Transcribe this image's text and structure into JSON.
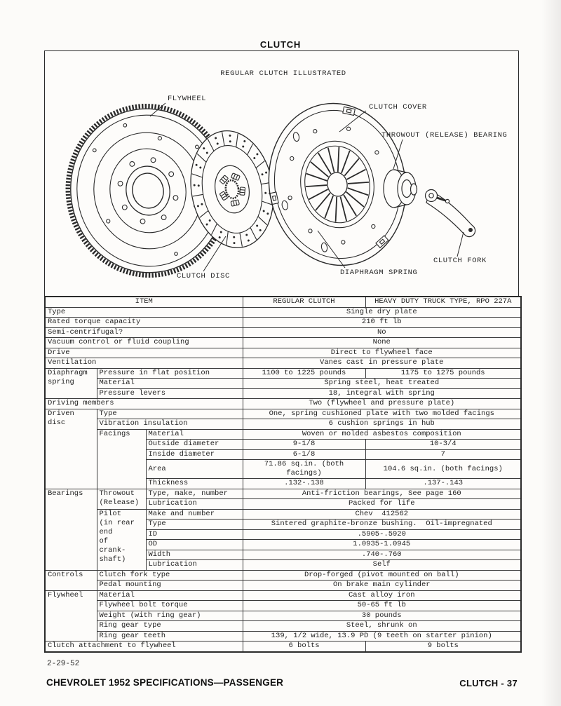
{
  "page": {
    "title": "CLUTCH",
    "footer": {
      "date": "2-29-52",
      "left": "CHEVROLET 1952 SPECIFICATIONS—PASSENGER",
      "right": "CLUTCH - 37"
    }
  },
  "figure": {
    "caption": "REGULAR CLUTCH ILLUSTRATED",
    "labels": {
      "flywheel": "FLYWHEEL",
      "clutch_cover": "CLUTCH COVER",
      "throwout_bearing": "THROWOUT (RELEASE) BEARING",
      "clutch_disc": "CLUTCH DISC",
      "diaphragm_spring": "DIAPHRAGM SPRING",
      "clutch_fork": "CLUTCH FORK"
    }
  },
  "colors": {
    "ink": "#2a2a2a",
    "paper": "#fdfcfa"
  },
  "table": {
    "rows": [
      {
        "cells": [
          {
            "t": "ITEM",
            "c": 3,
            "k": "hdr"
          },
          {
            "t": "REGULAR CLUTCH",
            "k": "hdr"
          },
          {
            "t": "HEAVY DUTY TRUCK TYPE, RPO 227A",
            "k": "hdr"
          }
        ]
      },
      {
        "cells": [
          {
            "t": "Type",
            "c": 3,
            "k": "item"
          },
          {
            "t": "Single dry plate",
            "c": 2,
            "k": "val"
          }
        ]
      },
      {
        "cells": [
          {
            "t": "Rated torque capacity",
            "c": 3,
            "k": "item"
          },
          {
            "t": "210 ft lb",
            "c": 2,
            "k": "val"
          }
        ]
      },
      {
        "cells": [
          {
            "t": "Semi-centrifugal?",
            "c": 3,
            "k": "item"
          },
          {
            "t": "No",
            "c": 2,
            "k": "val"
          }
        ]
      },
      {
        "cells": [
          {
            "t": "Vacuum control or fluid coupling",
            "c": 3,
            "k": "item"
          },
          {
            "t": "None",
            "c": 2,
            "k": "val"
          }
        ]
      },
      {
        "cells": [
          {
            "t": "Drive",
            "c": 3,
            "k": "item"
          },
          {
            "t": "Direct to flywheel face",
            "c": 2,
            "k": "val"
          }
        ]
      },
      {
        "cells": [
          {
            "t": "Ventilation",
            "c": 3,
            "k": "item"
          },
          {
            "t": "Vanes cast in pressure plate",
            "c": 2,
            "k": "val"
          }
        ]
      },
      {
        "cells": [
          {
            "t": "Diaphragm\nspring",
            "r": 3,
            "k": "group"
          },
          {
            "t": "Pressure in flat position",
            "c": 2,
            "k": "item"
          },
          {
            "t": "1100 to 1225 pounds",
            "k": "val"
          },
          {
            "t": "1175 to 1275 pounds",
            "k": "val"
          }
        ]
      },
      {
        "cells": [
          {
            "t": "Material",
            "c": 2,
            "k": "item"
          },
          {
            "t": "Spring steel, heat treated",
            "c": 2,
            "k": "val"
          }
        ]
      },
      {
        "cells": [
          {
            "t": "Pressure levers",
            "c": 2,
            "k": "item"
          },
          {
            "t": "18, integral with spring",
            "c": 2,
            "k": "val"
          }
        ]
      },
      {
        "cells": [
          {
            "t": "Driving members",
            "c": 3,
            "k": "item"
          },
          {
            "t": "Two (flywheel and pressure plate)",
            "c": 2,
            "k": "val"
          }
        ]
      },
      {
        "cells": [
          {
            "t": "Driven\ndisc",
            "r": 7,
            "k": "group"
          },
          {
            "t": "Type",
            "c": 2,
            "k": "item"
          },
          {
            "t": "One, spring cushioned plate with two molded facings",
            "c": 2,
            "k": "val"
          }
        ]
      },
      {
        "cells": [
          {
            "t": "Vibration insulation",
            "c": 2,
            "k": "item"
          },
          {
            "t": "6 cushion springs in hub",
            "c": 2,
            "k": "val"
          }
        ]
      },
      {
        "cells": [
          {
            "t": "Facings",
            "r": 5,
            "k": "sub"
          },
          {
            "t": "Material",
            "k": "item"
          },
          {
            "t": "Woven or molded asbestos composition",
            "c": 2,
            "k": "val"
          }
        ]
      },
      {
        "cells": [
          {
            "t": "Outside diameter",
            "k": "item"
          },
          {
            "t": "9-1/8",
            "k": "val"
          },
          {
            "t": "10-3/4",
            "k": "val"
          }
        ]
      },
      {
        "cells": [
          {
            "t": "Inside diameter",
            "k": "item"
          },
          {
            "t": "6-1/8",
            "k": "val"
          },
          {
            "t": "7",
            "k": "val"
          }
        ]
      },
      {
        "cells": [
          {
            "t": "Area",
            "k": "item"
          },
          {
            "t": "71.86 sq.in. (both facings)",
            "k": "val"
          },
          {
            "t": "104.6 sq.in. (both facings)",
            "k": "val"
          }
        ]
      },
      {
        "cells": [
          {
            "t": "Thickness",
            "k": "item"
          },
          {
            "t": ".132-.138",
            "k": "val"
          },
          {
            "t": ".137-.143",
            "k": "val"
          }
        ]
      },
      {
        "cells": [
          {
            "t": "Bearings",
            "r": 8,
            "k": "group"
          },
          {
            "t": "Throwout\n(Release)",
            "r": 2,
            "k": "sub"
          },
          {
            "t": "Type, make, number",
            "k": "item"
          },
          {
            "t": "Anti-friction bearings, See page 160",
            "c": 2,
            "k": "val"
          }
        ]
      },
      {
        "cells": [
          {
            "t": "Lubrication",
            "k": "item"
          },
          {
            "t": "Packed for life",
            "c": 2,
            "k": "val"
          }
        ]
      },
      {
        "cells": [
          {
            "t": "Pilot\n(in rear\nend\nof\ncrank-\nshaft)",
            "r": 6,
            "k": "sub"
          },
          {
            "t": "Make and number",
            "k": "item"
          },
          {
            "t": "Chev  412562",
            "c": 2,
            "k": "val"
          }
        ]
      },
      {
        "cells": [
          {
            "t": "Type",
            "k": "item"
          },
          {
            "t": "Sintered graphite-bronze bushing.  Oil-impregnated",
            "c": 2,
            "k": "val"
          }
        ]
      },
      {
        "cells": [
          {
            "t": "ID",
            "k": "item"
          },
          {
            "t": ".5905-.5920",
            "c": 2,
            "k": "val"
          }
        ]
      },
      {
        "cells": [
          {
            "t": "OD",
            "k": "item"
          },
          {
            "t": "1.0935-1.0945",
            "c": 2,
            "k": "val"
          }
        ]
      },
      {
        "cells": [
          {
            "t": "Width",
            "k": "item"
          },
          {
            "t": ".740-.760",
            "c": 2,
            "k": "val"
          }
        ]
      },
      {
        "cells": [
          {
            "t": "Lubrication",
            "k": "item"
          },
          {
            "t": "Self",
            "c": 2,
            "k": "val"
          }
        ]
      },
      {
        "cells": [
          {
            "t": "Controls",
            "r": 2,
            "k": "group"
          },
          {
            "t": "Clutch fork type",
            "c": 2,
            "k": "item"
          },
          {
            "t": "Drop-forged (pivot mounted on ball)",
            "c": 2,
            "k": "val"
          }
        ]
      },
      {
        "cells": [
          {
            "t": "Pedal mounting",
            "c": 2,
            "k": "item"
          },
          {
            "t": "On brake main cylinder",
            "c": 2,
            "k": "val"
          }
        ]
      },
      {
        "cells": [
          {
            "t": "Flywheel",
            "r": 5,
            "k": "group"
          },
          {
            "t": "Material",
            "c": 2,
            "k": "item"
          },
          {
            "t": "Cast alloy iron",
            "c": 2,
            "k": "val"
          }
        ]
      },
      {
        "cells": [
          {
            "t": "Flywheel bolt torque",
            "c": 2,
            "k": "item"
          },
          {
            "t": "50-65 ft lb",
            "c": 2,
            "k": "val"
          }
        ]
      },
      {
        "cells": [
          {
            "t": "Weight (with ring gear)",
            "c": 2,
            "k": "item"
          },
          {
            "t": "30 pounds",
            "c": 2,
            "k": "val"
          }
        ]
      },
      {
        "cells": [
          {
            "t": "Ring gear type",
            "c": 2,
            "k": "item"
          },
          {
            "t": "Steel, shrunk on",
            "c": 2,
            "k": "val"
          }
        ]
      },
      {
        "cells": [
          {
            "t": "Ring gear teeth",
            "c": 2,
            "k": "item"
          },
          {
            "t": "139, 1/2 wide, 13.9 PD (9 teeth on starter pinion)",
            "c": 2,
            "k": "val"
          }
        ]
      },
      {
        "cells": [
          {
            "t": "Clutch attachment to flywheel",
            "c": 3,
            "k": "item"
          },
          {
            "t": "6 bolts",
            "k": "val"
          },
          {
            "t": "9 bolts",
            "k": "val"
          }
        ]
      }
    ]
  }
}
